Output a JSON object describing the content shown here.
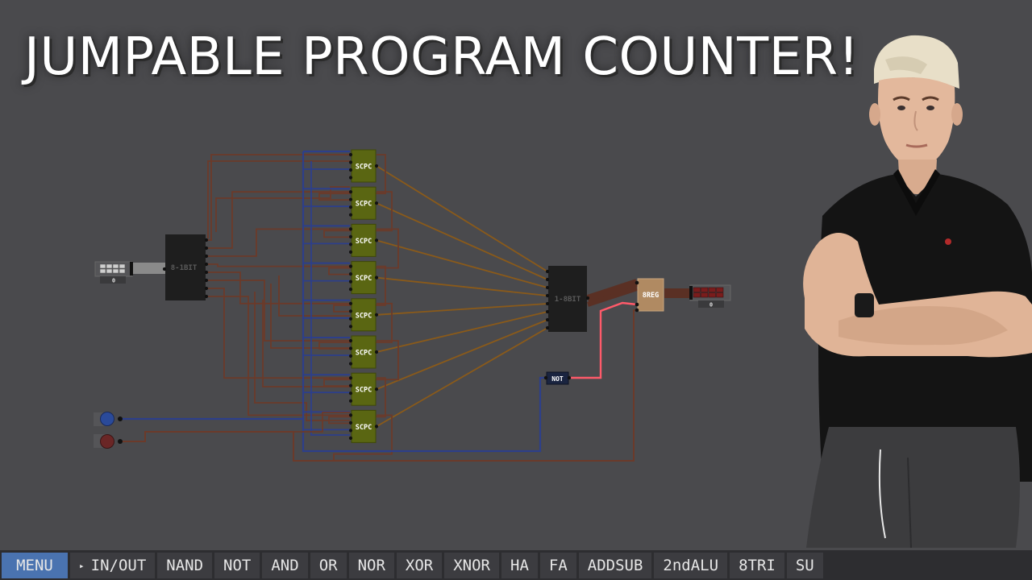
{
  "title": "JUMPABLE PROGRAM COUNTER!",
  "chips": {
    "mux": "8-1BIT",
    "demux": "1-8BIT",
    "counter": "SCPC",
    "register": "8REG",
    "not_gate": "NOT"
  },
  "counter_count": 8,
  "input_display": {
    "value": "0"
  },
  "output_display": {
    "value": "0"
  },
  "input_buttons": [
    {
      "color": "#2a4a9a"
    },
    {
      "color": "#6a2626"
    }
  ],
  "colors": {
    "background": "#4a4a4d",
    "wire_brown": "#6b3a2a",
    "wire_orange": "#8a5a1a",
    "wire_blue": "#2d3f8a",
    "wire_red": "#ff5a6a",
    "counter_fill": "#5a6612",
    "register_fill": "#b08a62",
    "menu_active": "#4a73b0"
  },
  "menu": [
    {
      "label": "MENU",
      "active": true
    },
    {
      "label": "IN/OUT",
      "arrow": true
    },
    {
      "label": "NAND"
    },
    {
      "label": "NOT"
    },
    {
      "label": "AND"
    },
    {
      "label": "OR"
    },
    {
      "label": "NOR"
    },
    {
      "label": "XOR"
    },
    {
      "label": "XNOR"
    },
    {
      "label": "HA"
    },
    {
      "label": "FA"
    },
    {
      "label": "ADDSUB"
    },
    {
      "label": "2ndALU"
    },
    {
      "label": "8TRI"
    },
    {
      "label": "SU"
    }
  ]
}
